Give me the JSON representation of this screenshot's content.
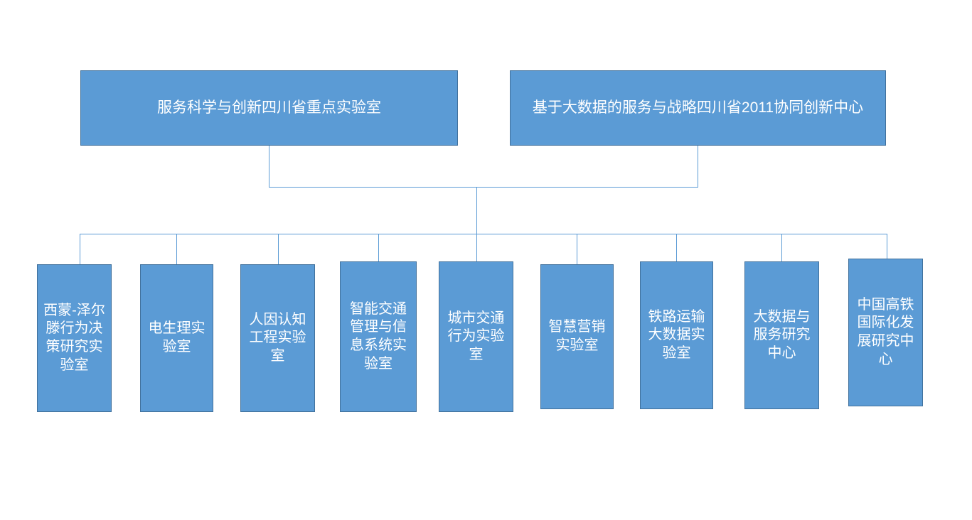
{
  "diagram": {
    "type": "organization-chart",
    "title_nodes": [
      {
        "id": "lab-key",
        "label": "服务科学与创新四川省重点实验室"
      },
      {
        "id": "center-2011",
        "label": "基于大数据的服务与战略四川省2011协同创新中心"
      }
    ],
    "leaf_nodes": [
      {
        "id": "leaf-1",
        "label": "西蒙-泽尔滕行为决策研究实验室"
      },
      {
        "id": "leaf-2",
        "label": "电生理实验室"
      },
      {
        "id": "leaf-3",
        "label": "人因认知工程实验室"
      },
      {
        "id": "leaf-4",
        "label": "智能交通管理与信息系统实验室"
      },
      {
        "id": "leaf-5",
        "label": "城市交通行为实验室"
      },
      {
        "id": "leaf-6",
        "label": "智慧营销实验室"
      },
      {
        "id": "leaf-7",
        "label": "铁路运输大数据实验室"
      },
      {
        "id": "leaf-8",
        "label": "大数据与服务研究中心"
      },
      {
        "id": "leaf-9",
        "label": "中国高铁国际化发展研究中心"
      }
    ],
    "colors": {
      "node_fill": "#5B9BD5",
      "node_border": "#41719C",
      "node_text": "#FFFFFF",
      "connector": "#5B9BD5",
      "background": "#FFFFFF"
    }
  }
}
